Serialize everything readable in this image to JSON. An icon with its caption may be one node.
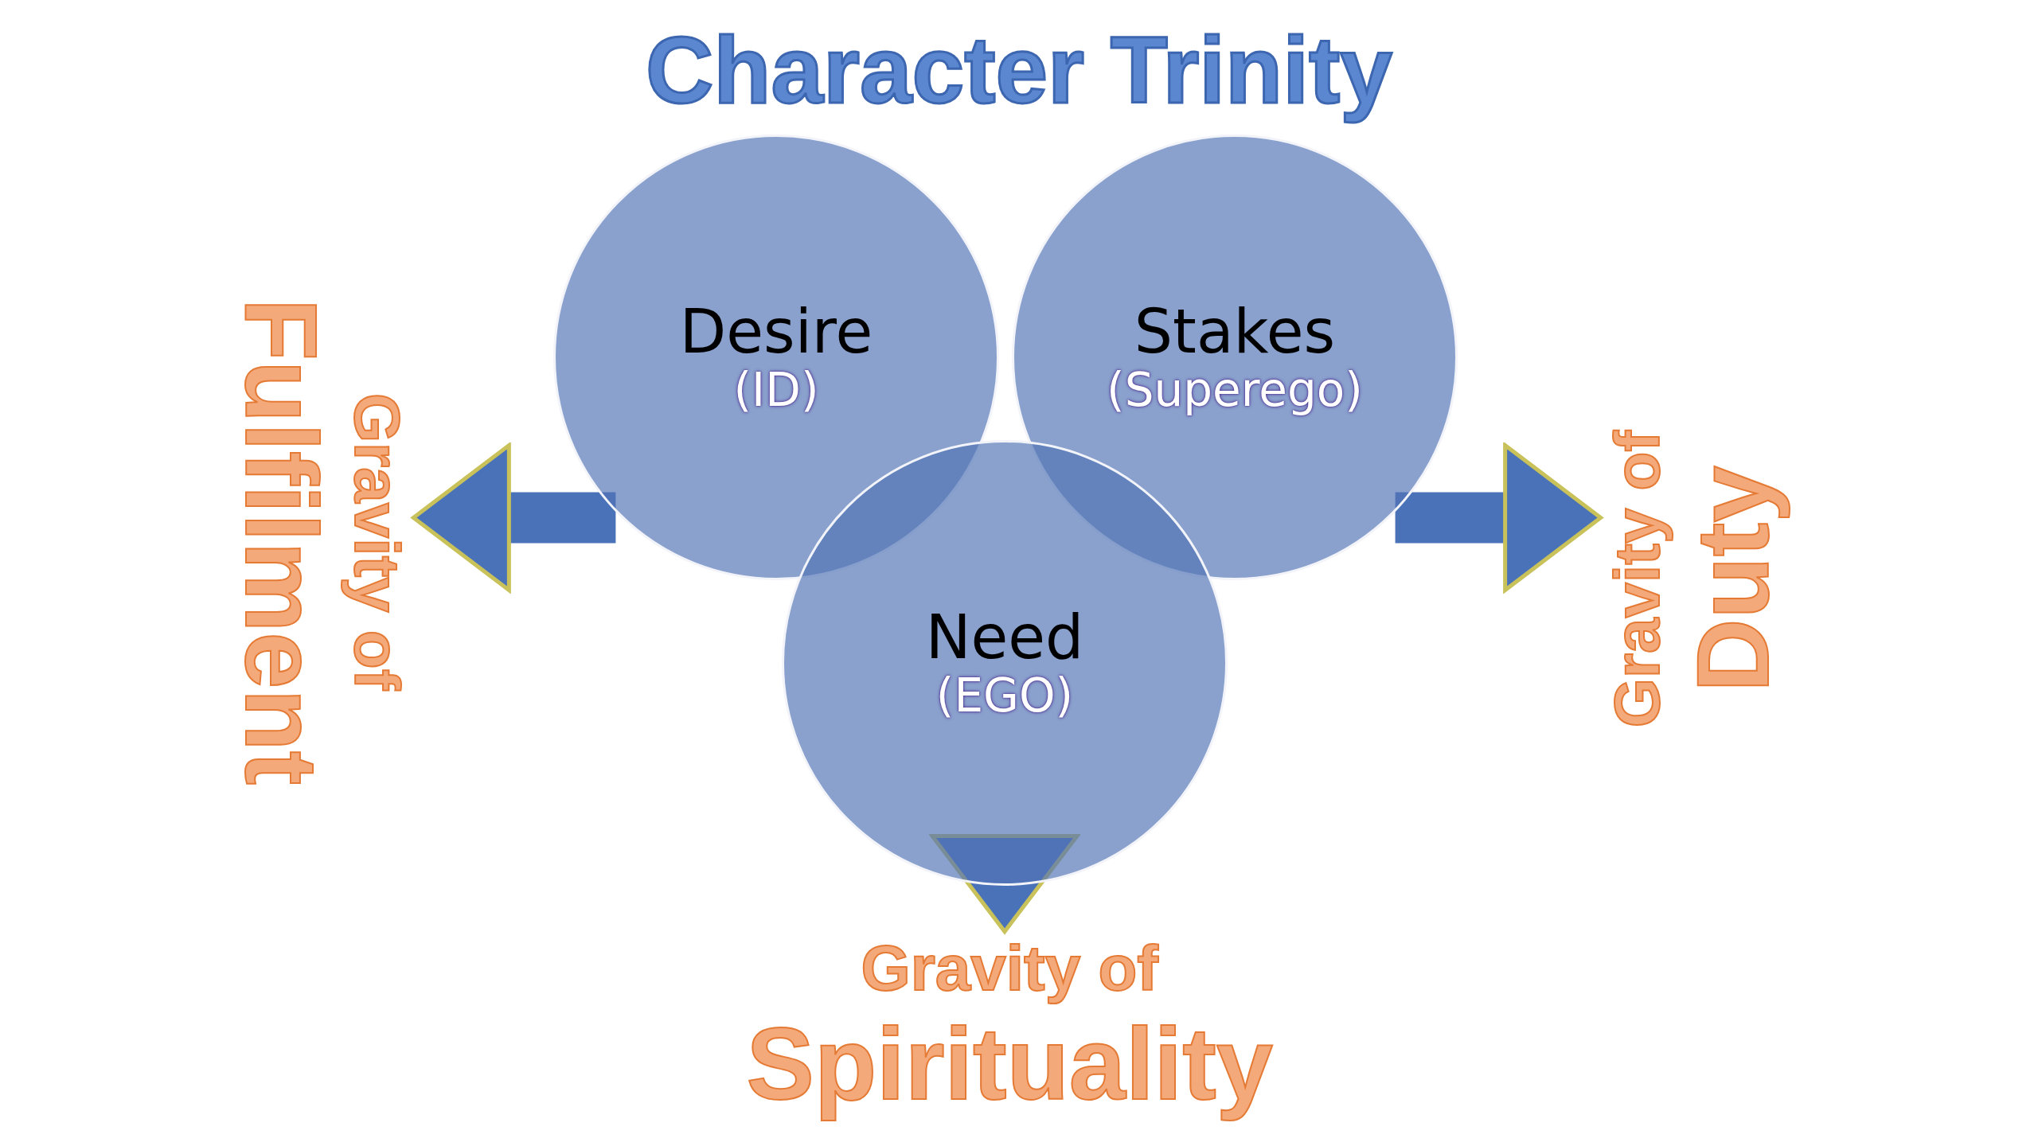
{
  "diagram": {
    "title": "Character Trinity",
    "nodes": [
      {
        "text": [
          "Desire",
          "(ID)"
        ]
      },
      {
        "text": [
          "Stakes",
          "(Superego)"
        ]
      },
      {
        "text": [
          "Need",
          "(EGO)"
        ]
      },
      {
        "text": [
          "Gravity of",
          "Fulfilment"
        ]
      },
      {
        "text": [
          "Gravity of",
          "Duty"
        ]
      },
      {
        "text": [
          "Gravity of",
          "Spirituality"
        ]
      }
    ],
    "edges": [
      {
        "from": 0,
        "to": 3,
        "arrow": "to"
      },
      {
        "from": 1,
        "to": 4,
        "arrow": "to"
      },
      {
        "from": 2,
        "to": 5,
        "arrow": "to"
      }
    ]
  }
}
